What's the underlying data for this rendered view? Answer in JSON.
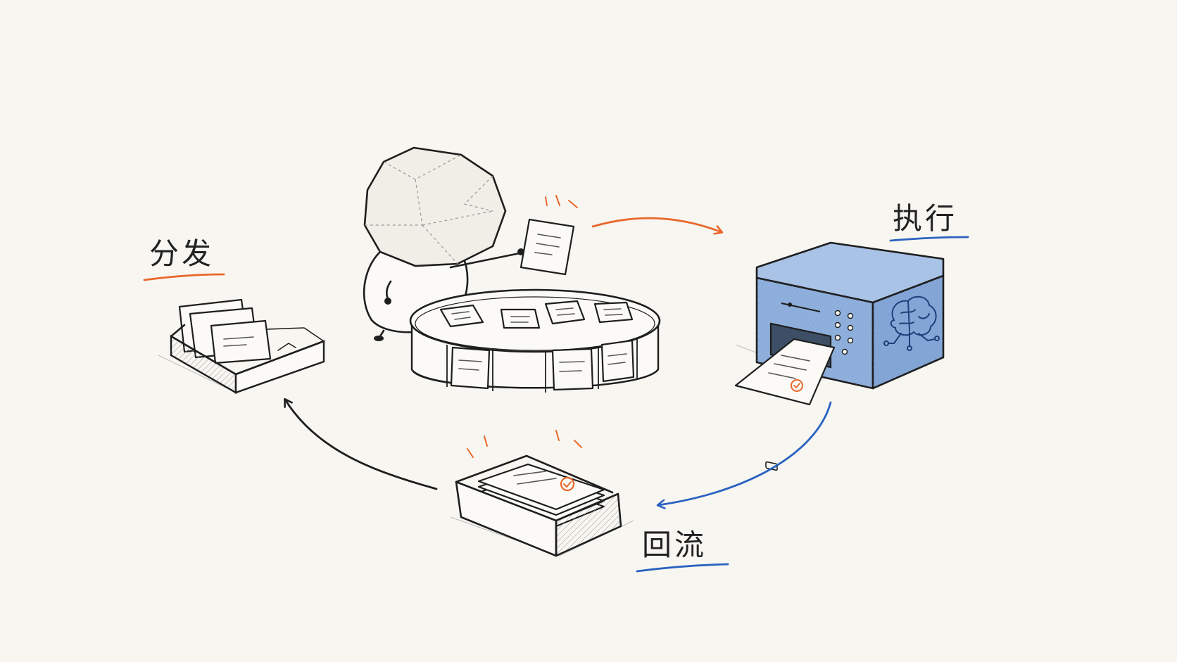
{
  "labels": {
    "distribute": "分发",
    "execute": "执行",
    "return_flow": "回流"
  },
  "colors": {
    "background": "#f8f6f1",
    "orange_accent": "#e8672a",
    "blue_accent": "#2a62c0",
    "machine_blue": "#8fb0dc",
    "ink": "#1e1e1e"
  },
  "icons": {
    "machine": "brain-circuit-icon",
    "document_stamp": "check-circle-icon"
  }
}
